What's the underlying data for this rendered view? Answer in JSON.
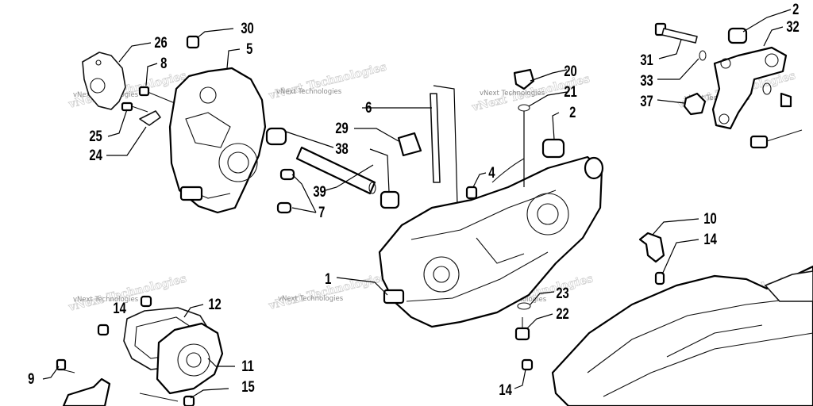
{
  "watermark": {
    "text": "vNext Technologies"
  },
  "callouts": {
    "c30": "30",
    "c26": "26",
    "c5": "5",
    "c8": "8",
    "c25": "25",
    "c24": "24",
    "c6": "6",
    "c29": "29",
    "c38": "38",
    "c39": "39",
    "c7": "7",
    "c20": "20",
    "c21": "21",
    "c2a": "2",
    "c4": "4",
    "c1": "1",
    "c23": "23",
    "c22": "22",
    "c2b": "2",
    "c32": "32",
    "c31": "31",
    "c33": "33",
    "c37": "37",
    "c10": "10",
    "c14a": "14",
    "c14b": "14",
    "c12": "12",
    "c11": "11",
    "c9": "9",
    "c15": "15",
    "c14c": "14"
  }
}
